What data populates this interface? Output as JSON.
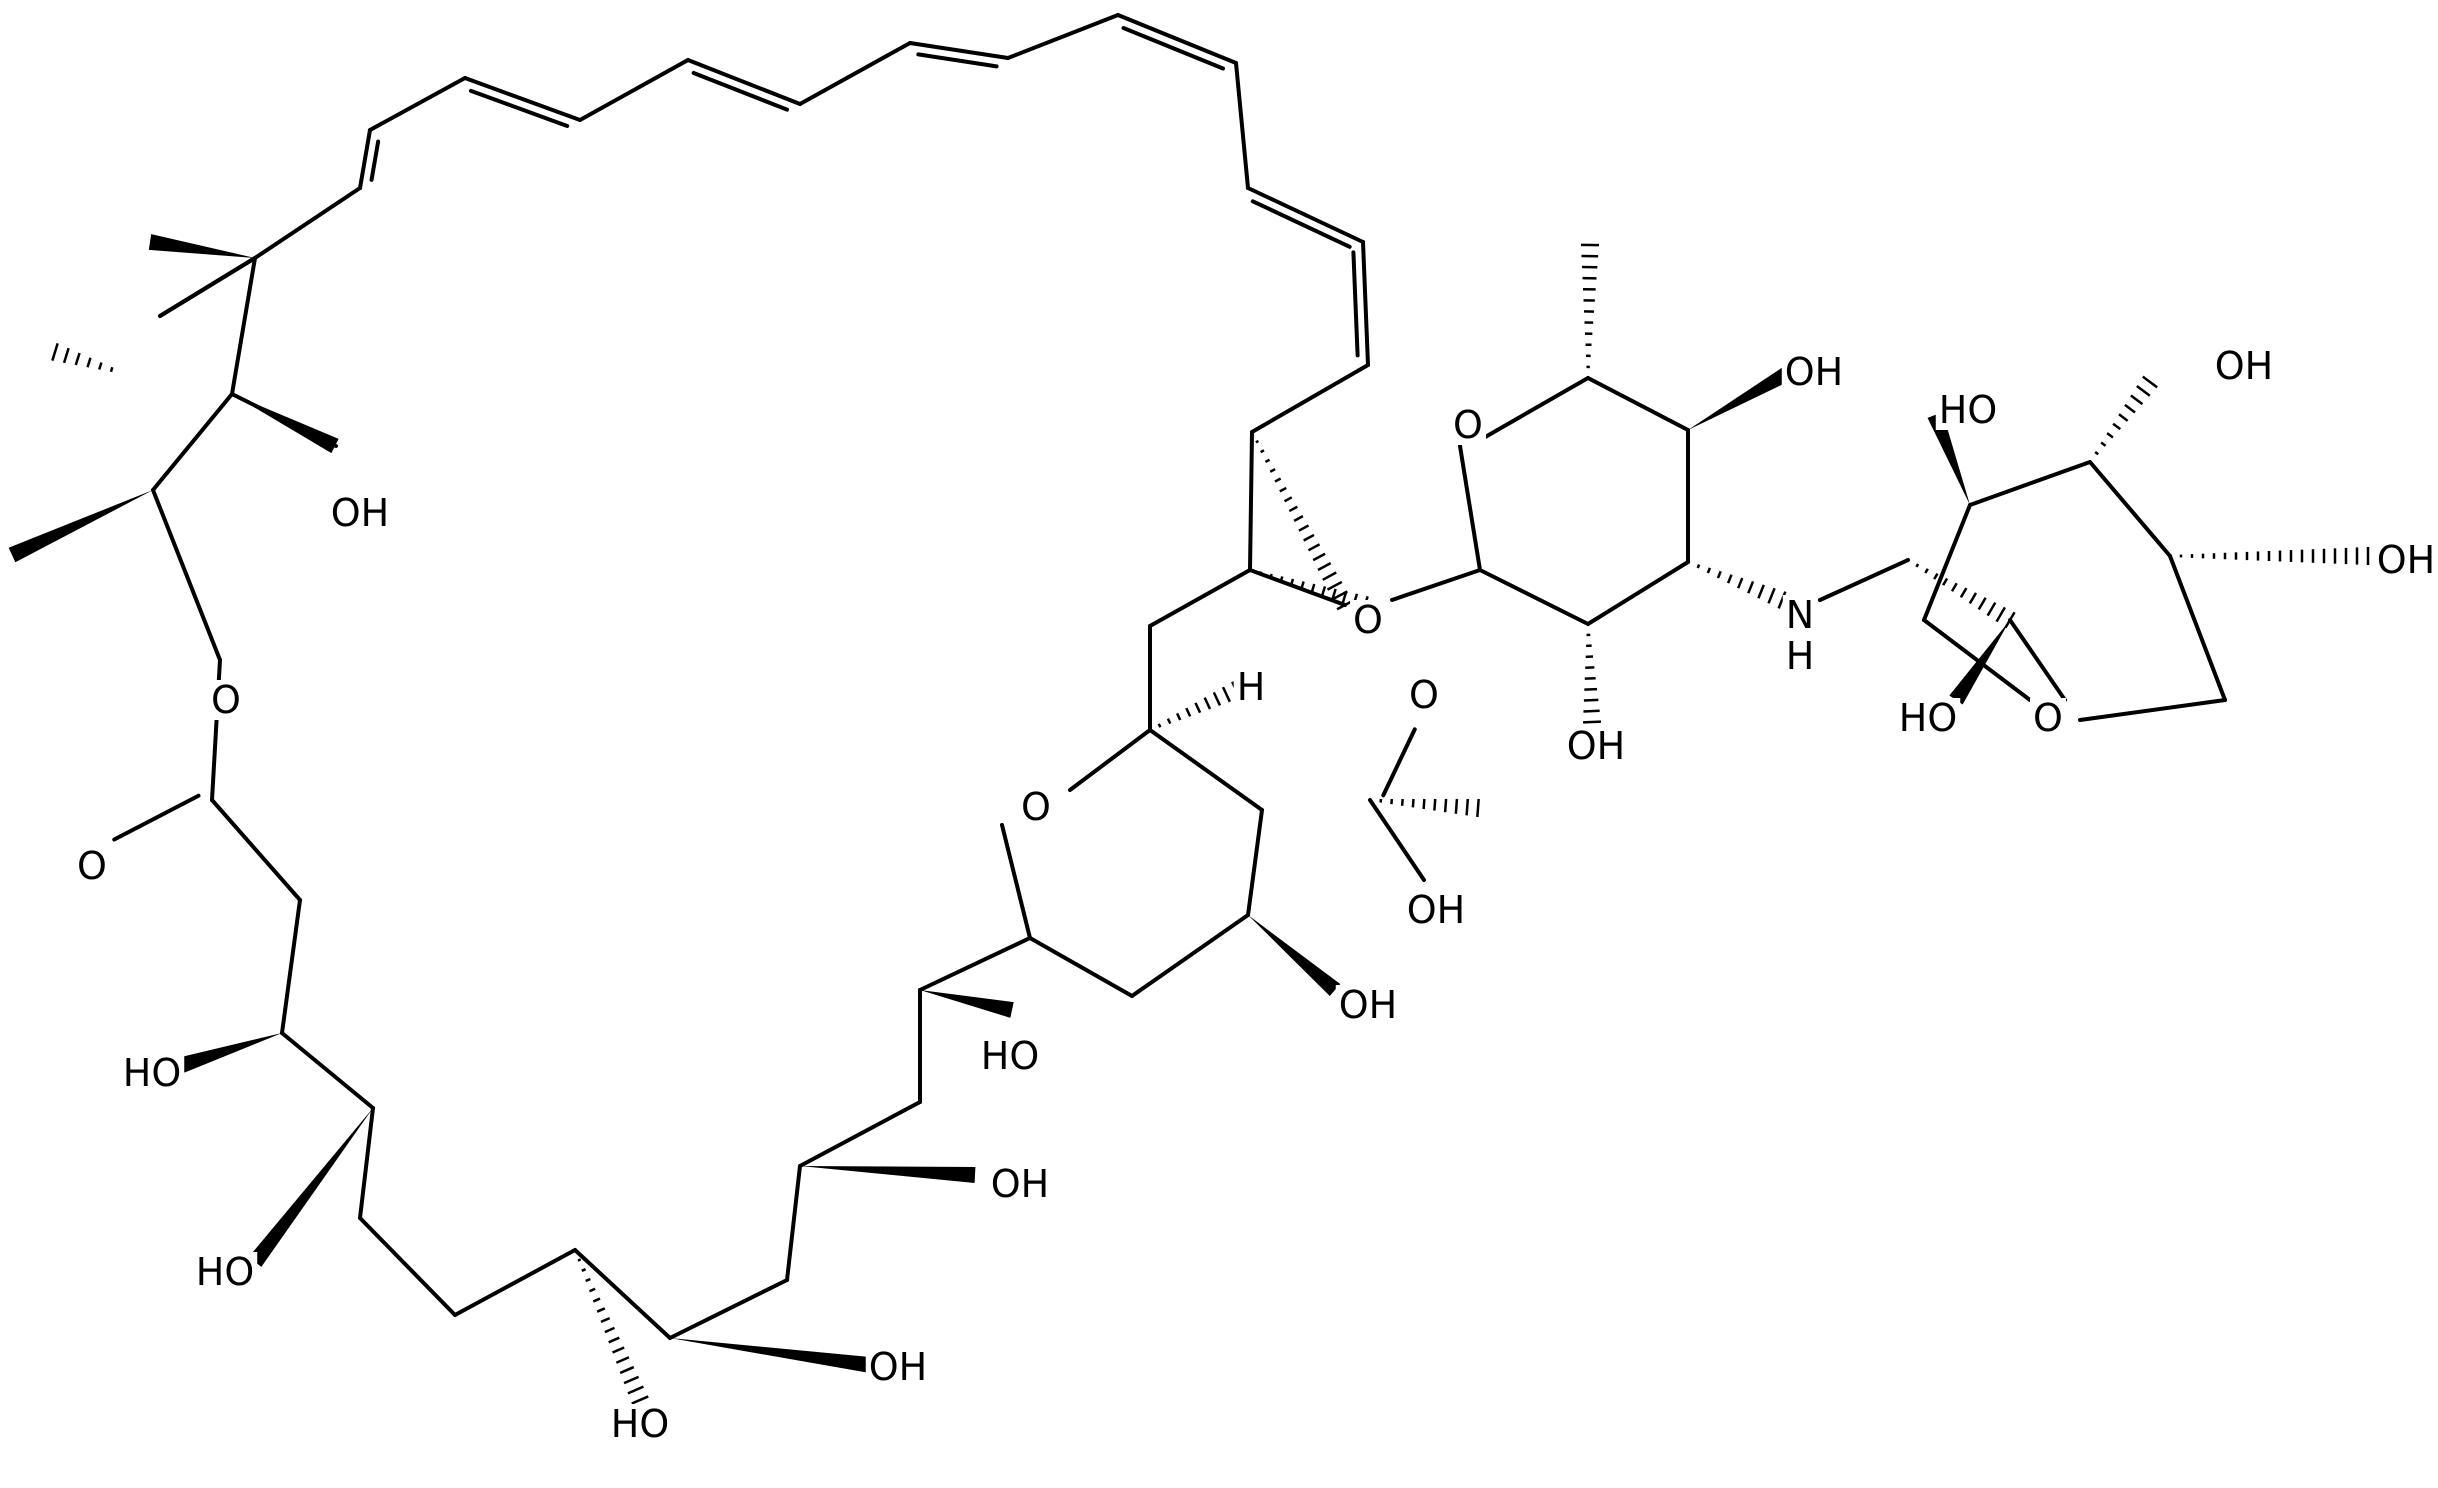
{
  "diagram": {
    "type": "chemical-structure",
    "colors": {
      "bond": "#000000",
      "label": "#000000",
      "background": "#ffffff"
    }
  },
  "atoms": {
    "oh_c35": "OH",
    "o_ester": "O",
    "o_carbonyl": "O",
    "ho_c15": "HO",
    "ho_c13": "HO",
    "ho_c9": "HO",
    "oh_c10": "OH",
    "oh_c11": "OH",
    "ho_hemiketal": "HO",
    "o_pyran": "O",
    "h_pyran": "H",
    "oh_c17": "OH",
    "o_cooh": "O",
    "oh_cooh": "OH",
    "o_glycoside": "O",
    "o_sugar_ring": "O",
    "oh_sugar4": "OH",
    "oh_sugar2": "OH",
    "n_amine": "N",
    "h_amine": "H",
    "oh_xyl_top": "OH",
    "ho_xyl_topleft": "HO",
    "oh_xyl_right": "OH",
    "ho_xyl_anomeric": "HO",
    "o_xyl_ring": "O"
  }
}
